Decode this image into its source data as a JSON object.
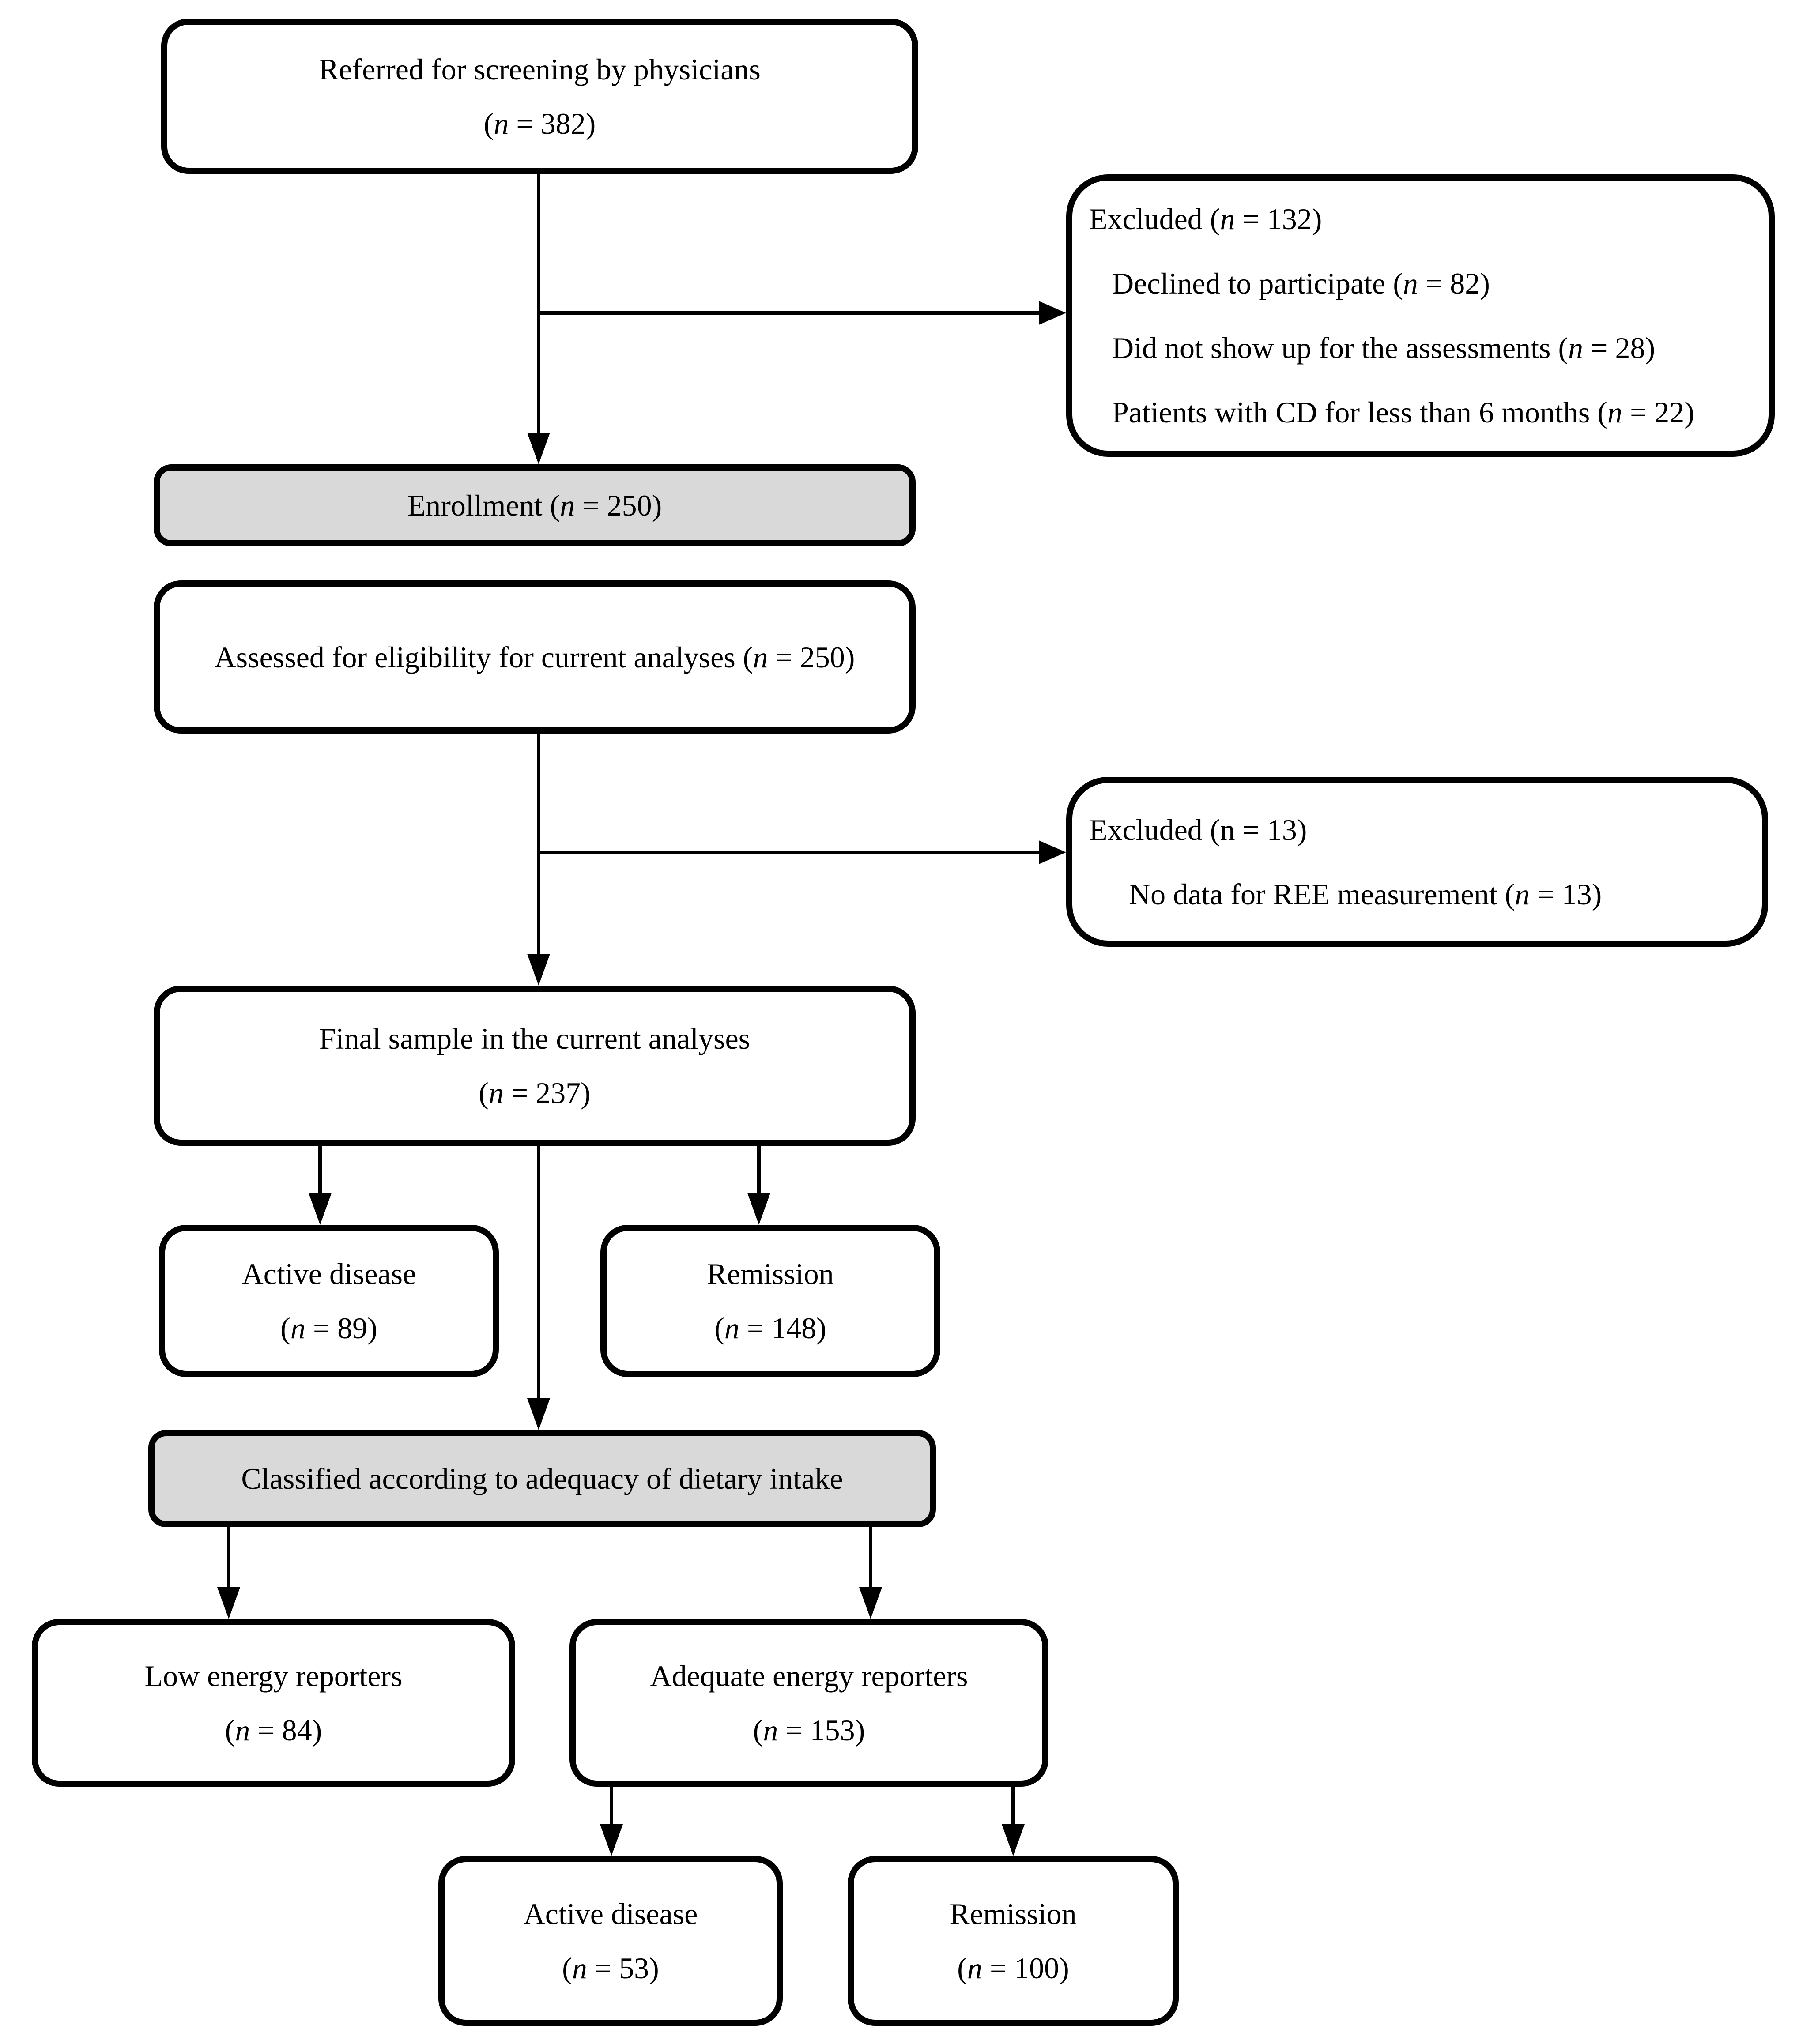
{
  "figure": {
    "type": "flow-diagram",
    "background_color": "#ffffff",
    "line_color": "#000000",
    "gray_fill_color": "#d9d9d9",
    "text_color": "#000000"
  },
  "nodes": {
    "referred": {
      "title": "Referred for screening by physicians",
      "count": {
        "pre": "(",
        "var": "n",
        "post": " = 382)"
      }
    },
    "excluded1": {
      "header": {
        "pre": "Excluded (",
        "var": "n",
        "post": " = 132)"
      },
      "items": [
        {
          "pre": "Declined to participate (",
          "var": "n",
          "post": " = 82)"
        },
        {
          "pre": "Did not show up for the assessments (",
          "var": "n",
          "post": " = 28)"
        },
        {
          "pre": "Patients with CD for less than 6 months (",
          "var": "n",
          "post": " = 22)"
        }
      ]
    },
    "enrollment": {
      "text": {
        "pre": "Enrollment (",
        "var": "n",
        "post": " = 250)"
      }
    },
    "assessed": {
      "text": {
        "pre": "Assessed for eligibility for current analyses (",
        "var": "n",
        "post": " = 250)"
      }
    },
    "excluded2": {
      "header": {
        "pre": "Excluded (n = 13)",
        "var": "",
        "post": ""
      },
      "items": [
        {
          "pre": "No data for REE measurement (",
          "var": "n",
          "post": " = 13)"
        }
      ]
    },
    "final": {
      "title": "Final sample in the current analyses",
      "count": {
        "pre": "(",
        "var": "n",
        "post": " = 237)"
      }
    },
    "active1": {
      "title": "Active disease",
      "count": {
        "pre": "(",
        "var": "n",
        "post": " = 89)"
      }
    },
    "remission1": {
      "title": "Remission",
      "count": {
        "pre": "(",
        "var": "n",
        "post": " = 148)"
      }
    },
    "classified": {
      "title": "Classified according to adequacy of dietary intake"
    },
    "low": {
      "title": "Low energy reporters",
      "count": {
        "pre": "(",
        "var": "n",
        "post": " = 84)"
      }
    },
    "adequate": {
      "title": "Adequate energy reporters",
      "count": {
        "pre": "(",
        "var": "n",
        "post": " = 153)"
      }
    },
    "active2": {
      "title": "Active disease",
      "count": {
        "pre": "(",
        "var": "n",
        "post": " = 53)"
      }
    },
    "remission2": {
      "title": "Remission",
      "count": {
        "pre": "(",
        "var": "n",
        "post": " = 100)"
      }
    }
  }
}
